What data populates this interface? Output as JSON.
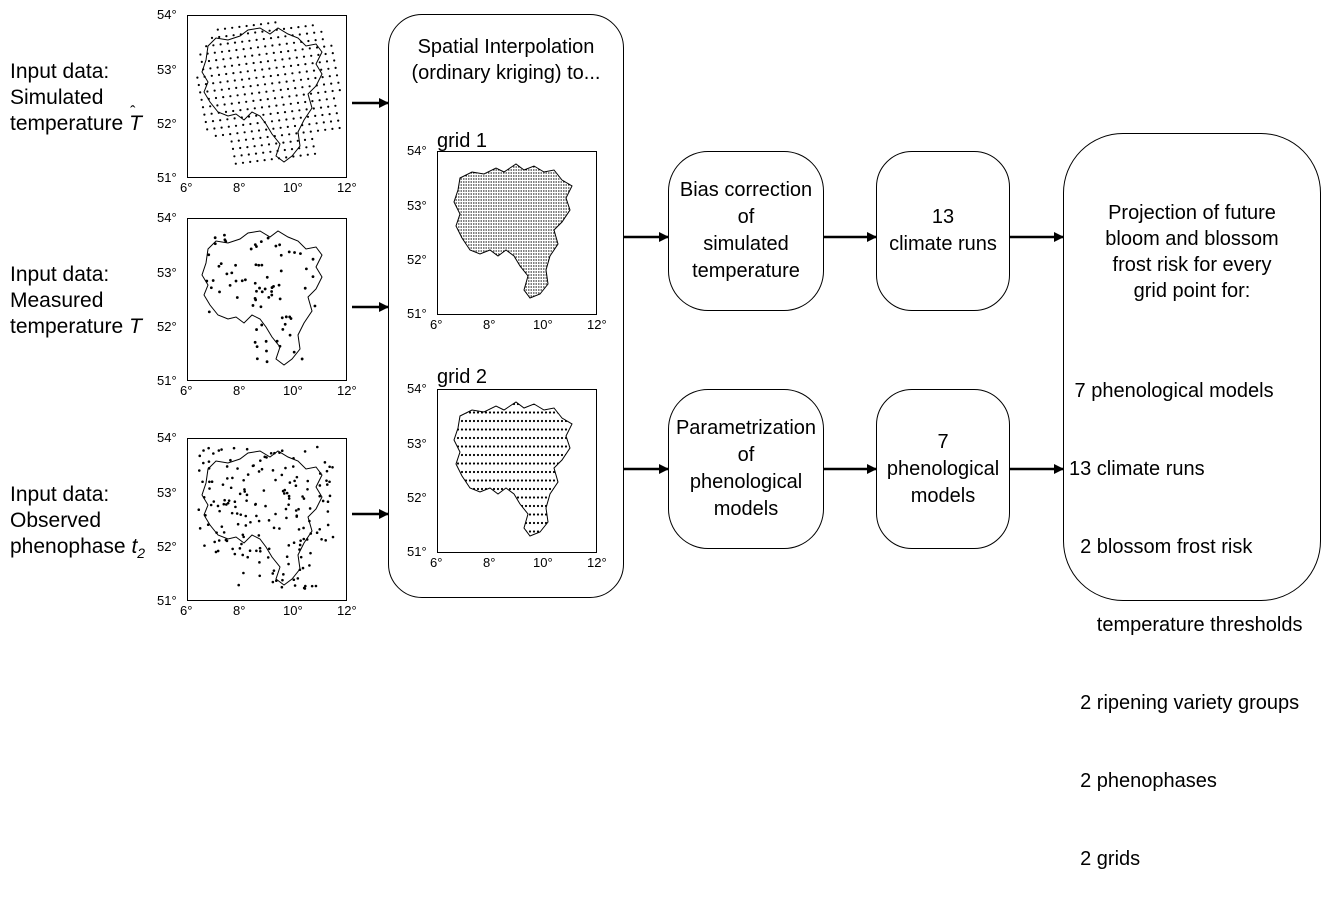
{
  "inputs": [
    {
      "line1": "Input data:",
      "line2": "Simulated",
      "line3": "temperature ",
      "symbol": "T"
    },
    {
      "line1": "Input data:",
      "line2": "Measured",
      "line3": "temperature ",
      "symbol": "T"
    },
    {
      "line1": "Input data:",
      "line2": "Observed",
      "line3": "phenophase ",
      "symbol": "t",
      "subscript": "2"
    }
  ],
  "map_ticks": {
    "lat": [
      "54°",
      "53°",
      "52°",
      "51°"
    ],
    "lon": [
      "6°",
      "8°",
      "10°",
      "12°"
    ]
  },
  "interpolation": {
    "title_line1": "Spatial Interpolation",
    "title_line2": "(ordinary kriging) to...",
    "grid1_label": "grid 1",
    "grid2_label": "grid 2"
  },
  "bias_correction": [
    "Bias correction",
    "of",
    "simulated",
    "temperature"
  ],
  "climate_runs": [
    "13",
    "climate runs"
  ],
  "parametrization": [
    "Parametrization",
    "of",
    "phenological",
    "models"
  ],
  "pheno_models": [
    "7",
    "phenological",
    "models"
  ],
  "projection": {
    "heading": [
      "Projection of future",
      "bloom and blossom",
      "frost risk for every",
      "grid point for:"
    ],
    "items": [
      " 7 phenological models",
      "13 climate runs",
      "  2 blossom frost risk",
      "     temperature thresholds",
      "  2 ripening variety groups",
      "  2 phenophases",
      "  2 grids"
    ]
  }
}
